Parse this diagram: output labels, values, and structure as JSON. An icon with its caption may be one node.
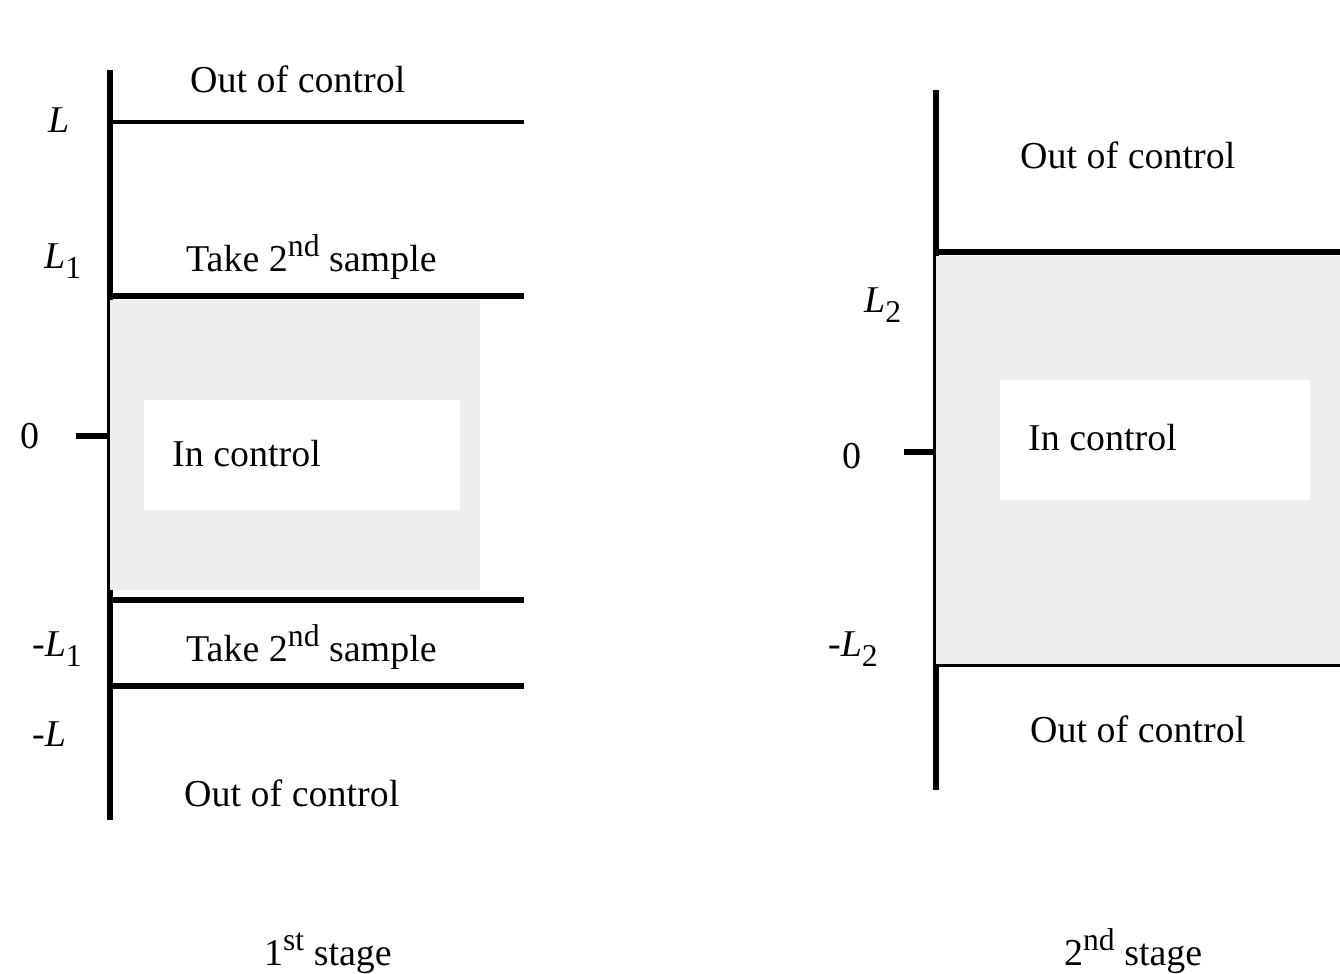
{
  "diagram": {
    "nodes": [
      {
        "text": [
          "In control"
        ]
      },
      {
        "text": [
          "In control"
        ]
      }
    ],
    "labels": [
      "Out of control",
      "L",
      "*L*$_{1}$",
      "Take 2$^{nd}$ sample",
      "0",
      "-*L*$_{1}$",
      "Take 2$^{nd}$ sample",
      "-L",
      "Out of control",
      "1$^{st}$ stage",
      "Out of control",
      "*L*$_{2}$",
      "0",
      "-*L*$_{2}$",
      "Out of control",
      "2$^{nd}$ stage"
    ]
  }
}
